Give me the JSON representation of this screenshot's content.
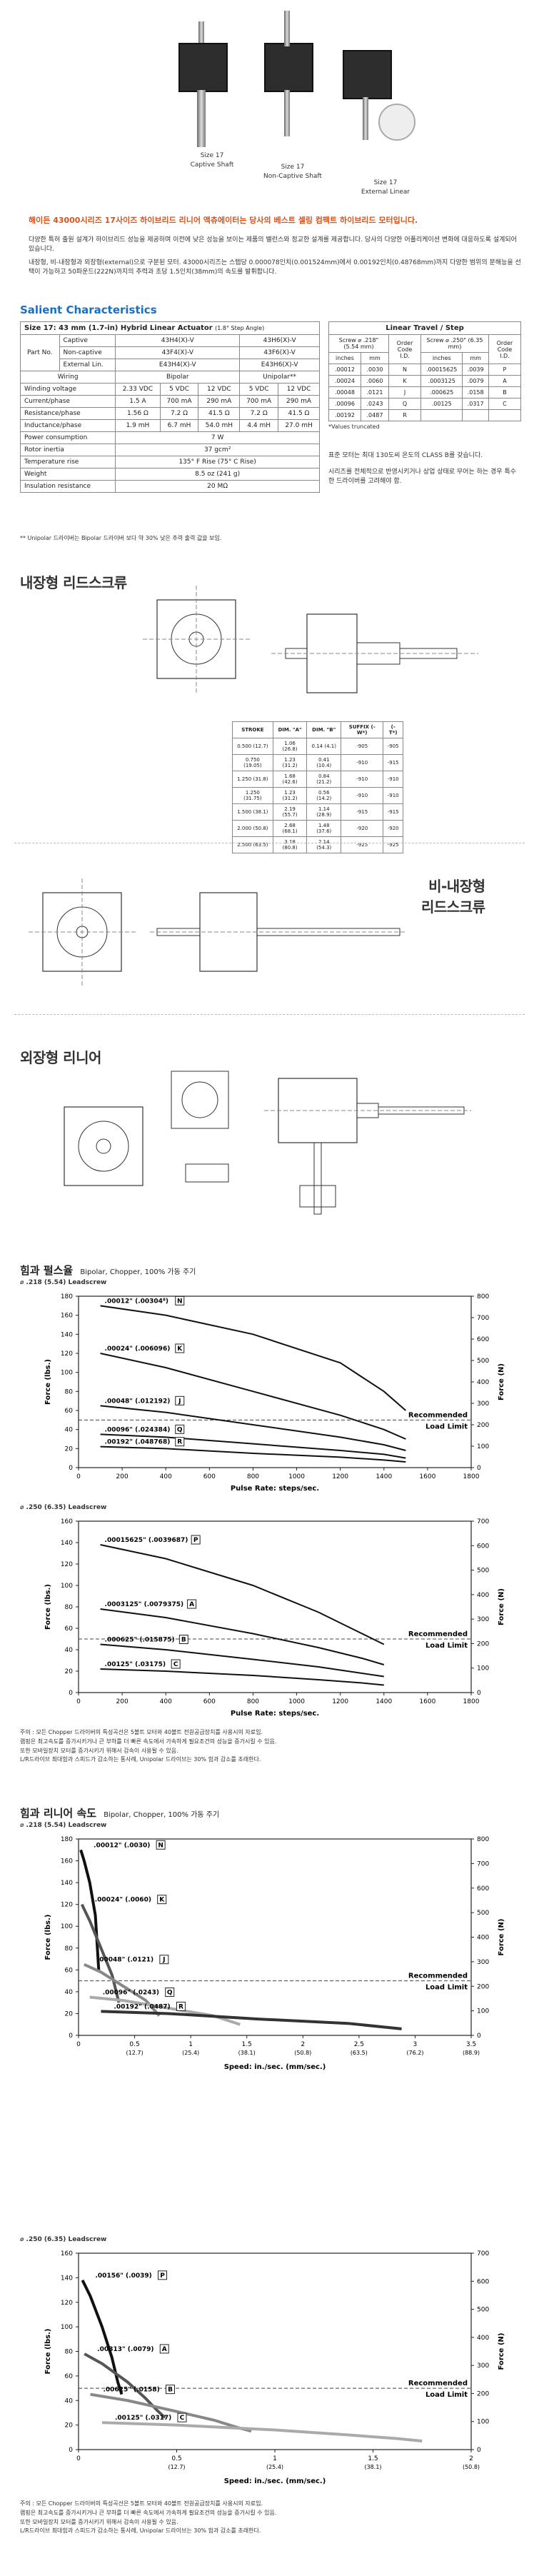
{
  "photos": {
    "captions": [
      {
        "line1": "Size 17",
        "line2": "Captive Shaft"
      },
      {
        "line1": "Size 17",
        "line2": "Non-Captive Shaft"
      },
      {
        "line1": "Size 17",
        "line2": "External Linear"
      }
    ]
  },
  "intro": {
    "headline": "해이든 43000시리즈 17사이즈 하이브리드 리니어 액츄에이터는 당사의 베스트 셀링 컴팩트 하이브리드 모터입니다.",
    "para1": "다양한 특허 출원 설계가 하이브리드 성능을 제공하며 이전에 낮은 성능을 보이는 제품의 밸런스와 정교한 설계를 제공합니다. 당사의 다양한 어플리케이션 변화에 대응하도록 설계되어 있습니다.",
    "para2": "내장형, 비-내장형과 외장형(external)으로 구분된 모터. 43000시리즈는 스텝당 0.000078인치(0.001524mm)에서 0.00192인치(0.48768mm)까지 다양한 범위의 분해능을 선택이 가능하고 50파운드(222N)까지의 추력과 초당 1.5인치(38mm)의 속도를 발휘합니다."
  },
  "salient": {
    "title": "Salient Characteristics",
    "table_title": "Size 17:  43 mm (1.7-in) Hybrid Linear Actuator",
    "table_title_suffix": "(1.8° Step Angle)",
    "part_no": "Part No.",
    "rows_part": [
      {
        "label": "Captive",
        "bipolar": "43H4(X)-V",
        "unipolar": "43H6(X)-V"
      },
      {
        "label": "Non-captive",
        "bipolar": "43F4(X)-V",
        "unipolar": "43F6(X)-V"
      },
      {
        "label": "External Lin.",
        "bipolar": "E43H4(X)-V",
        "unipolar": "E43H6(X)-V"
      }
    ],
    "wiring_label": "Wiring",
    "wiring_bipolar": "Bipolar",
    "wiring_unipolar": "Unipolar**",
    "winding_label": "Winding voltage",
    "voltages": [
      "2.33 VDC",
      "5 VDC",
      "12 VDC",
      "5 VDC",
      "12 VDC"
    ],
    "current_label": "Current/phase",
    "currents": [
      "1.5 A",
      "700 mA",
      "290 mA",
      "700 mA",
      "290 mA"
    ],
    "resistance_label": "Resistance/phase",
    "resistances": [
      "1.56 Ω",
      "7.2 Ω",
      "41.5 Ω",
      "7.2 Ω",
      "41.5 Ω"
    ],
    "inductance_label": "Inductance/phase",
    "inductances": [
      "1.9 mH",
      "6.7 mH",
      "54.0 mH",
      "4.4 mH",
      "27.0 mH"
    ],
    "power_label": "Power consumption",
    "power": "7 W",
    "inertia_label": "Rotor inertia",
    "inertia": "37 gcm²",
    "temp_label": "Temperature rise",
    "temp": "135° F Rise (75° C Rise)",
    "weight_label": "Weight",
    "weight": "8.5 oz (241 g)",
    "insul_label": "Insulation resistance",
    "insul": "20 MΩ",
    "footnote": "** Unipolar 드라이버는 Bipolar 드라이버 보다 약 30% 낮은 추력 출력 값을 보임."
  },
  "travel": {
    "title": "Linear Travel / Step",
    "col1": "Screw ⌀ .218\" (5.54 mm)",
    "col2": "Screw ⌀ .250\" (6.35 mm)",
    "order_code": "Order Code I.D.",
    "inches": "inches",
    "mm": "mm",
    "rows1": [
      {
        "in": ".00012",
        "mm": ".0030",
        "code": "N"
      },
      {
        "in": ".00024",
        "mm": ".0060",
        "code": "K"
      },
      {
        "in": ".00048",
        "mm": ".0121",
        "code": "J"
      },
      {
        "in": ".00096",
        "mm": ".0243",
        "code": "Q"
      },
      {
        "in": ".00192",
        "mm": ".0487",
        "code": "R"
      }
    ],
    "rows2": [
      {
        "in": ".00015625",
        "mm": ".0039",
        "code": "P"
      },
      {
        "in": ".0003125",
        "mm": ".0079",
        "code": "A"
      },
      {
        "in": ".000625",
        "mm": ".0158",
        "code": "B"
      },
      {
        "in": ".00125",
        "mm": ".0317",
        "code": "C"
      }
    ],
    "note": "*Values truncated",
    "korean_note1": "표준 모터는 최대 130도씨 온도의 CLASS B를 갖습니다.",
    "korean_note2": "시리즈를 전체적으로 반영시키거나 상업 상태로 무어는 하는 경우 특수한 드라이버를 고려해야 함."
  },
  "sections": {
    "captive": "내장형 리드스크류",
    "noncaptive1": "비-내장형",
    "noncaptive2": "리드스크류",
    "external": "외장형 리니어"
  },
  "captive_table": {
    "headers": [
      "STROKE",
      "DIM. \"A\"",
      "DIM. \"B\"",
      "SUFFIX (-W*)",
      "(-T*)"
    ],
    "rows": [
      [
        "0.500 (12.7)",
        "1.06 (26.8)",
        "0.14 (4.1)",
        "-905",
        "-905"
      ],
      [
        "0.750 (19.05)",
        "1.23 (31.2)",
        "0.41 (10.4)",
        "-910",
        "-915"
      ],
      [
        "1.250 (31.8)",
        "1.68 (42.6)",
        "0.84 (21.2)",
        "-910",
        "-910"
      ],
      [
        "1.250 (31.75)",
        "1.23 (31.2)",
        "0.56 (14.2)",
        "-910",
        "-910"
      ],
      [
        "1.500 (38.1)",
        "2.19 (55.7)",
        "1.14 (28.9)",
        "-915",
        "-915"
      ],
      [
        "2.000 (50.8)",
        "2.68 (68.1)",
        "1.48 (37.6)",
        "-920",
        "-920"
      ],
      [
        "2.500 (63.5)",
        "3.18 (80.8)",
        "2.14 (54.3)",
        "-925",
        "-925"
      ]
    ]
  },
  "forcepulse": {
    "title": "힘과 펄스율",
    "subtitle": "Bipolar, Chopper, 100% 가동 주기",
    "screw1": "⌀ .218 (5.54) Leadscrew",
    "screw2": "⌀ .250 (6.35) Leadscrew",
    "xlabel": "Pulse Rate:  steps/sec.",
    "ylabel": "Force (lbs.)",
    "ylabel2": "Force (N)",
    "recommended": "Recommended",
    "loadlimit": "Load Limit"
  },
  "speedforce": {
    "title": "힘과 리니어 속도",
    "subtitle": "Bipolar, Chopper, 100% 가동 주기",
    "screw1": "⌀ .218 (5.54) Leadscrew",
    "screw2": "⌀ .250 (6.35) Leadscrew",
    "xlabel": "Speed:  in./sec. (mm/sec.)",
    "ylabel": "Force (lbs.)",
    "ylabel2": "Force (N)",
    "recommended": "Recommended",
    "loadlimit": "Load Limit"
  },
  "notes": {
    "n1": "주의 : 모든 Chopper 드라이버의 특성곡선은 5볼트 모터와 40볼트 전원공급장치를 사용시의 자료임.",
    "n2": "램핑은 최고속도를 증가시키거나 큰 부하를 더 빠른 속도에서 가속하게 필요조건의 성능을 증가시킬 수 있음.",
    "n3": "또한 모바일장치 모터를 증가시키기 위해서 감속이 사용될 수 있음.",
    "n4": "L/R드라이브 최대힘과 스피드가 감소하는 통사례, Unipolar 드라이브는 30% 힘과 감소를 초래한다."
  },
  "chart_data": [
    {
      "type": "line",
      "title": "",
      "xlabel": "Pulse Rate:  steps/sec.",
      "ylabel": "Force (lbs.)",
      "xlim": [
        0,
        1800
      ],
      "ylim": [
        0,
        180
      ],
      "y2label": "Force (N)",
      "y2lim": [
        0,
        800
      ],
      "x_ticks": [
        0,
        200,
        400,
        600,
        800,
        1000,
        1200,
        1400,
        1600,
        1800
      ],
      "y_ticks": [
        0,
        20,
        40,
        60,
        80,
        100,
        120,
        140,
        160,
        180
      ],
      "y2_ticks": [
        0,
        100,
        200,
        300,
        400,
        500,
        600,
        700,
        800
      ],
      "recommended_load_limit": 50,
      "series": [
        {
          "name": ".00012\" (.00304⁸)",
          "code": "N",
          "x": [
            100,
            400,
            800,
            1200,
            1400,
            1500
          ],
          "y": [
            170,
            160,
            140,
            110,
            80,
            60
          ]
        },
        {
          "name": ".00024\" (.006096)",
          "code": "K",
          "x": [
            100,
            400,
            800,
            1200,
            1400,
            1500
          ],
          "y": [
            120,
            105,
            80,
            55,
            40,
            30
          ]
        },
        {
          "name": ".00048\" (.012192)",
          "code": "J",
          "x": [
            100,
            400,
            800,
            1200,
            1400,
            1500
          ],
          "y": [
            65,
            58,
            45,
            32,
            24,
            18
          ]
        },
        {
          "name": ".00096\" (.024384)",
          "code": "Q",
          "x": [
            100,
            400,
            800,
            1200,
            1400,
            1500
          ],
          "y": [
            35,
            32,
            25,
            18,
            14,
            10
          ]
        },
        {
          "name": ".00192\" (.048768)",
          "code": "R",
          "x": [
            100,
            400,
            800,
            1200,
            1400,
            1500
          ],
          "y": [
            22,
            20,
            15,
            11,
            8,
            6
          ]
        }
      ]
    },
    {
      "type": "line",
      "title": "",
      "xlabel": "Pulse Rate:  steps/sec.",
      "ylabel": "Force (lbs.)",
      "xlim": [
        0,
        1800
      ],
      "ylim": [
        0,
        160
      ],
      "y2label": "Force (N)",
      "y2lim": [
        0,
        700
      ],
      "x_ticks": [
        0,
        200,
        400,
        600,
        800,
        1000,
        1200,
        1400,
        1600,
        1800
      ],
      "y_ticks": [
        0,
        20,
        40,
        60,
        80,
        100,
        120,
        140,
        160
      ],
      "y2_ticks": [
        0,
        100,
        200,
        300,
        400,
        500,
        600,
        700
      ],
      "recommended_load_limit": 50,
      "series": [
        {
          "name": ".00015625\" (.0039687)",
          "code": "P",
          "x": [
            100,
            400,
            800,
            1100,
            1300,
            1400
          ],
          "y": [
            138,
            125,
            100,
            75,
            55,
            45
          ]
        },
        {
          "name": ".0003125\" (.0079375)",
          "code": "A",
          "x": [
            100,
            400,
            800,
            1100,
            1300,
            1400
          ],
          "y": [
            78,
            70,
            55,
            42,
            32,
            26
          ]
        },
        {
          "name": ".000625\" (.015875)",
          "code": "B",
          "x": [
            100,
            400,
            800,
            1100,
            1300,
            1400
          ],
          "y": [
            45,
            40,
            31,
            24,
            18,
            15
          ]
        },
        {
          "name": ".00125\" (.03175)",
          "code": "C",
          "x": [
            100,
            400,
            800,
            1100,
            1300,
            1400
          ],
          "y": [
            22,
            20,
            16,
            12,
            9,
            7
          ]
        }
      ]
    },
    {
      "type": "line",
      "title": "",
      "xlabel": "Speed:  in./sec. (mm/sec.)",
      "ylabel": "Force (lbs.)",
      "xlim": [
        0,
        3.5
      ],
      "ylim": [
        0,
        180
      ],
      "y2label": "Force (N)",
      "y2lim": [
        0,
        800
      ],
      "x_ticks": [
        0,
        0.5,
        1,
        1.5,
        2,
        2.5,
        3,
        3.5
      ],
      "x_ticks_mm": [
        "",
        "(12.7)",
        "(25.4)",
        "(38.1)",
        "(50.8)",
        "(63.5)",
        "(76.2)",
        "(88.9)"
      ],
      "y_ticks": [
        0,
        20,
        40,
        60,
        80,
        100,
        120,
        140,
        160,
        180
      ],
      "y2_ticks": [
        0,
        100,
        200,
        300,
        400,
        500,
        600,
        700,
        800
      ],
      "recommended_load_limit": 50,
      "series": [
        {
          "name": ".00012\" (.0030)",
          "code": "N",
          "x": [
            0.02,
            0.05,
            0.1,
            0.15,
            0.18
          ],
          "y": [
            170,
            160,
            140,
            110,
            60
          ]
        },
        {
          "name": ".00024\" (.0060)",
          "code": "K",
          "x": [
            0.03,
            0.1,
            0.2,
            0.3,
            0.36
          ],
          "y": [
            120,
            105,
            80,
            55,
            30
          ]
        },
        {
          "name": ".00048\" (.0121)",
          "code": "J",
          "x": [
            0.05,
            0.2,
            0.4,
            0.6,
            0.72
          ],
          "y": [
            65,
            58,
            45,
            32,
            18
          ]
        },
        {
          "name": ".00096\" (.0243)",
          "code": "Q",
          "x": [
            0.1,
            0.4,
            0.8,
            1.2,
            1.44
          ],
          "y": [
            35,
            32,
            25,
            18,
            10
          ]
        },
        {
          "name": ".00192\" (.0487)",
          "code": "R",
          "x": [
            0.2,
            0.8,
            1.6,
            2.4,
            2.88
          ],
          "y": [
            22,
            20,
            15,
            11,
            6
          ]
        }
      ]
    },
    {
      "type": "line",
      "title": "",
      "xlabel": "Speed:  in./sec. (mm/sec.)",
      "ylabel": "Force (lbs.)",
      "xlim": [
        0,
        2
      ],
      "ylim": [
        0,
        160
      ],
      "y2label": "Force (N)",
      "y2lim": [
        0,
        700
      ],
      "x_ticks": [
        0,
        0.5,
        1,
        1.5,
        2
      ],
      "x_ticks_mm": [
        "",
        "(12.7)",
        "(25.4)",
        "(38.1)",
        "(50.8)"
      ],
      "y_ticks": [
        0,
        20,
        40,
        60,
        80,
        100,
        120,
        140,
        160
      ],
      "y2_ticks": [
        0,
        100,
        200,
        300,
        400,
        500,
        600,
        700
      ],
      "recommended_load_limit": 50,
      "series": [
        {
          "name": ".00156\" (.0039)",
          "code": "P",
          "x": [
            0.02,
            0.06,
            0.12,
            0.17,
            0.2,
            0.22
          ],
          "y": [
            138,
            125,
            100,
            75,
            55,
            45
          ]
        },
        {
          "name": ".00313\" (.0079)",
          "code": "A",
          "x": [
            0.03,
            0.12,
            0.25,
            0.34,
            0.4,
            0.44
          ],
          "y": [
            78,
            70,
            55,
            42,
            32,
            26
          ]
        },
        {
          "name": ".00625\" (.0158)",
          "code": "B",
          "x": [
            0.06,
            0.25,
            0.5,
            0.69,
            0.81,
            0.88
          ],
          "y": [
            45,
            40,
            31,
            24,
            18,
            15
          ]
        },
        {
          "name": ".00125\" (.0317)",
          "code": "C",
          "x": [
            0.12,
            0.5,
            1.0,
            1.37,
            1.62,
            1.75
          ],
          "y": [
            22,
            20,
            16,
            12,
            9,
            7
          ]
        }
      ]
    }
  ]
}
